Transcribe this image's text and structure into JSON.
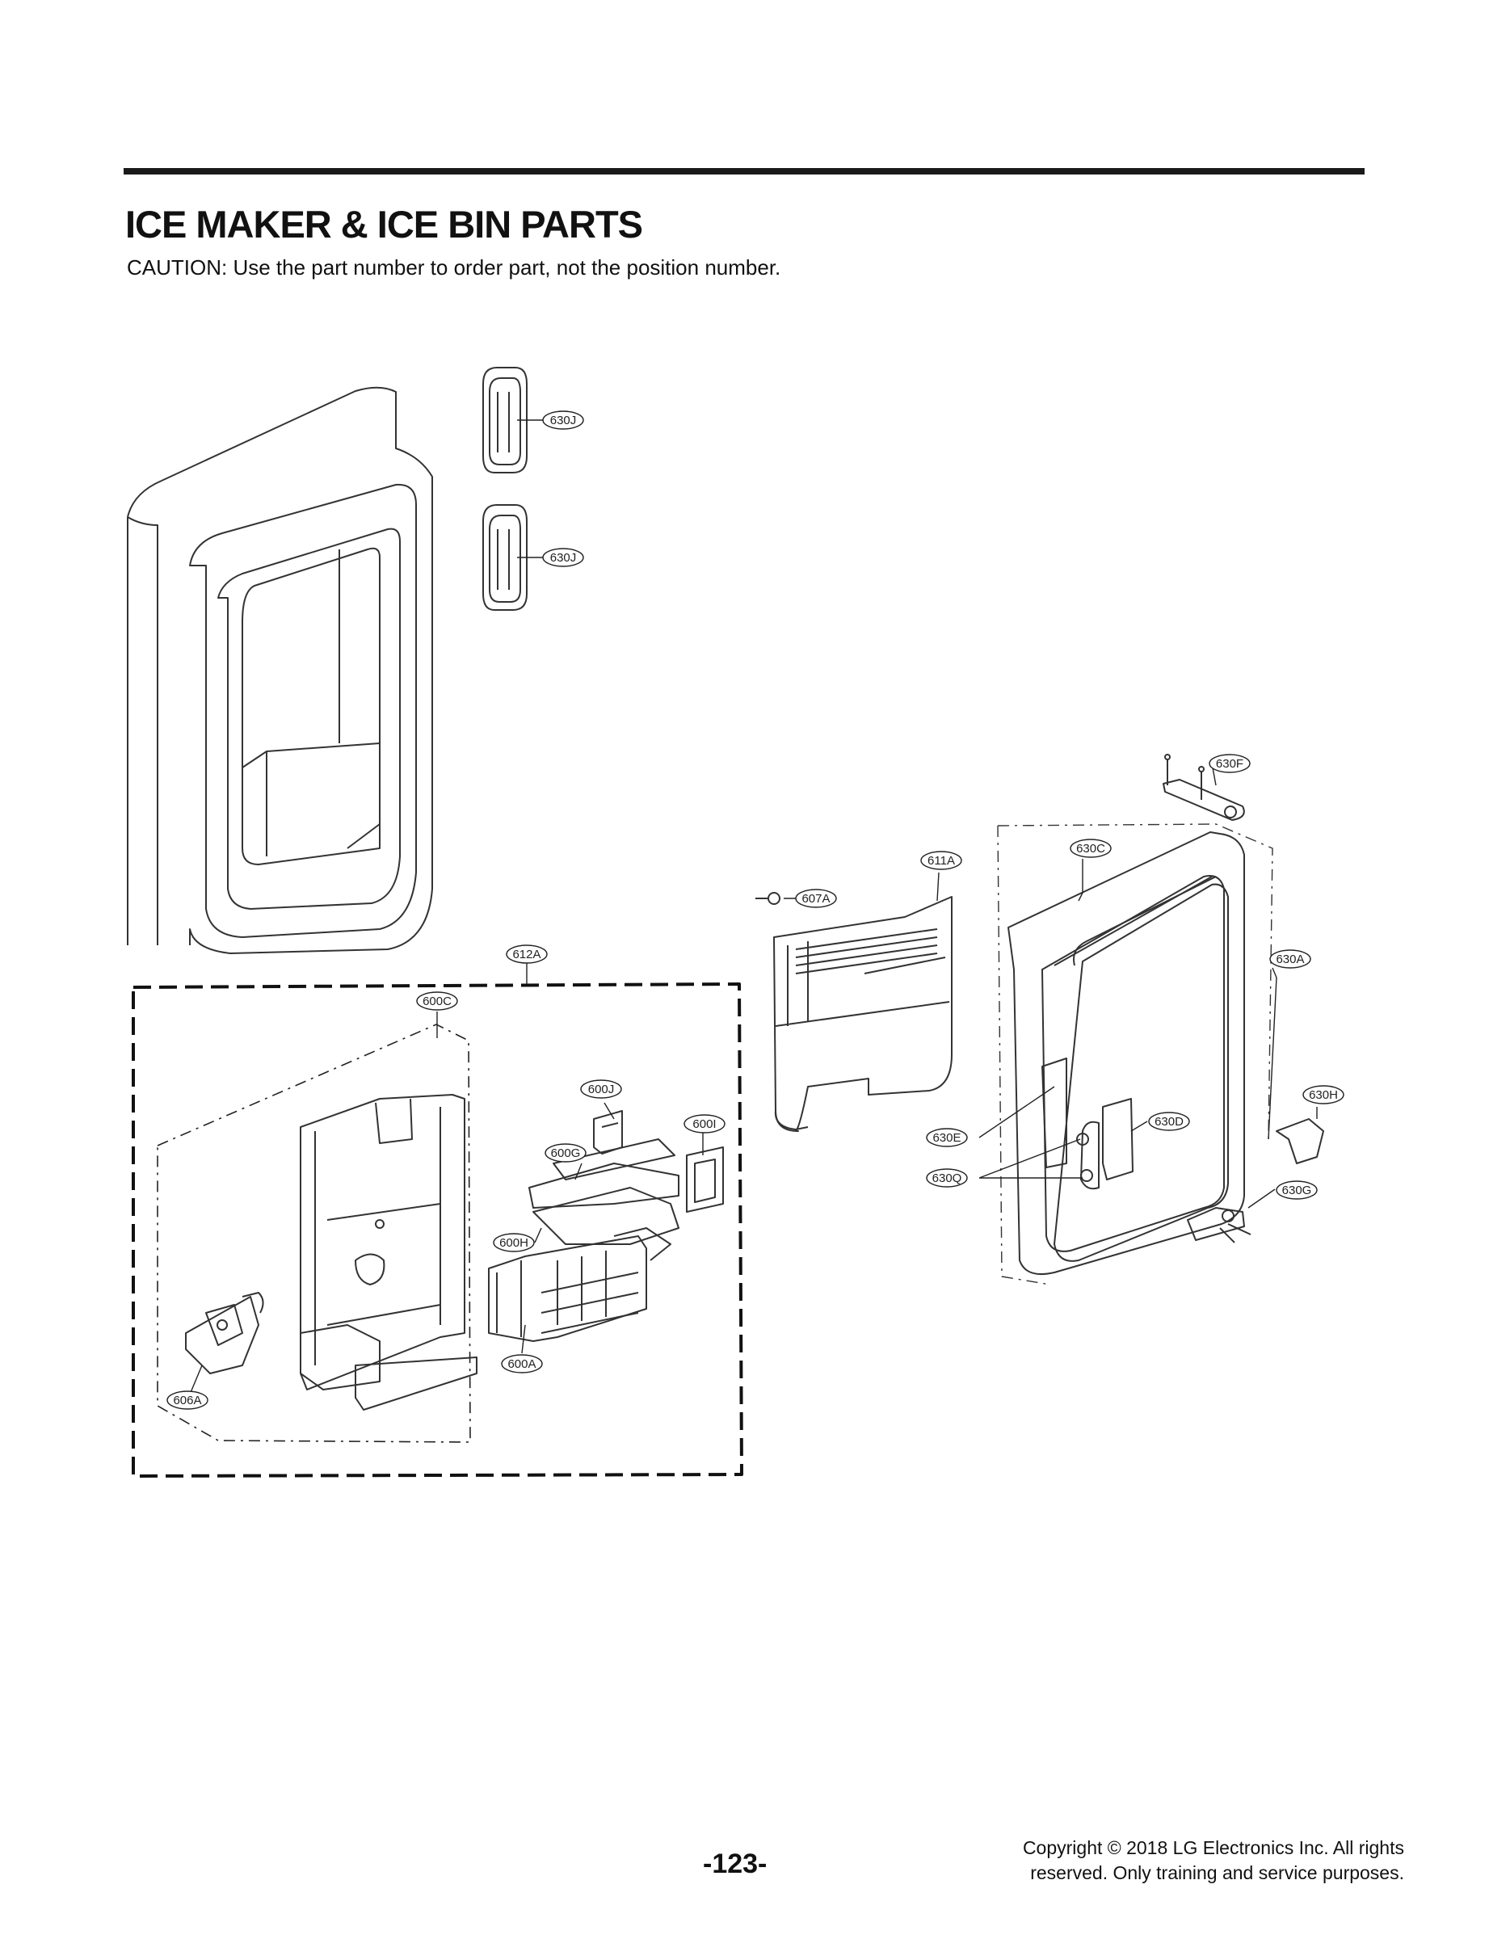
{
  "header": {
    "title": "ICE MAKER & ICE BIN PARTS",
    "caution": "CAUTION: Use the part number to order part, not the position number."
  },
  "diagram": {
    "callouts": [
      {
        "id": "c-630J-1",
        "label": "630J"
      },
      {
        "id": "c-630J-2",
        "label": "630J"
      },
      {
        "id": "c-630F",
        "label": "630F"
      },
      {
        "id": "c-630C",
        "label": "630C"
      },
      {
        "id": "c-611A",
        "label": "611A"
      },
      {
        "id": "c-607A",
        "label": "607A"
      },
      {
        "id": "c-612A",
        "label": "612A"
      },
      {
        "id": "c-630A",
        "label": "630A"
      },
      {
        "id": "c-600C",
        "label": "600C"
      },
      {
        "id": "c-600J",
        "label": "600J"
      },
      {
        "id": "c-600I",
        "label": "600I"
      },
      {
        "id": "c-600G",
        "label": "600G"
      },
      {
        "id": "c-630H",
        "label": "630H"
      },
      {
        "id": "c-630D",
        "label": "630D"
      },
      {
        "id": "c-630E",
        "label": "630E"
      },
      {
        "id": "c-630Q",
        "label": "630Q"
      },
      {
        "id": "c-630G",
        "label": "630G"
      },
      {
        "id": "c-600H",
        "label": "600H"
      },
      {
        "id": "c-600A",
        "label": "600A"
      },
      {
        "id": "c-606A",
        "label": "606A"
      }
    ]
  },
  "footer": {
    "page_number": "-123-",
    "copyright_line1": "Copyright © 2018 LG Electronics Inc. All rights",
    "copyright_line2": "reserved. Only training and service purposes."
  },
  "colors": {
    "line": "#1a1a1a",
    "outline": "#333333",
    "paper": "#ffffff"
  }
}
